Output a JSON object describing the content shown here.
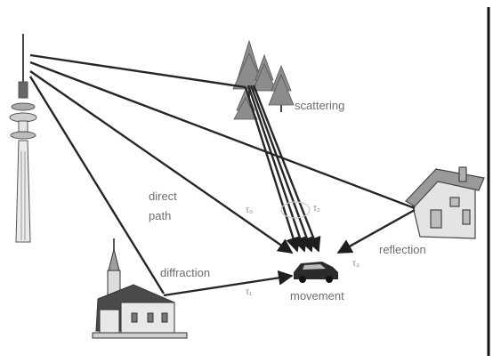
{
  "labels": {
    "scattering": "scattering",
    "direct": "direct",
    "path": "path",
    "diffraction": "diffraction",
    "reflection": "reflection",
    "movement": "movement",
    "t0": "τ₀",
    "t1": "τ₁",
    "t2": "τ₂",
    "t3": "τ₃"
  },
  "icons": {
    "transmitter": "radio-tower-icon",
    "trees": "trees-icon",
    "house": "house-icon",
    "church": "church-icon",
    "car": "car-icon"
  },
  "colors": {
    "line": "#2a2a2a",
    "label": "#6e6e6e",
    "background": "#ffffff"
  }
}
